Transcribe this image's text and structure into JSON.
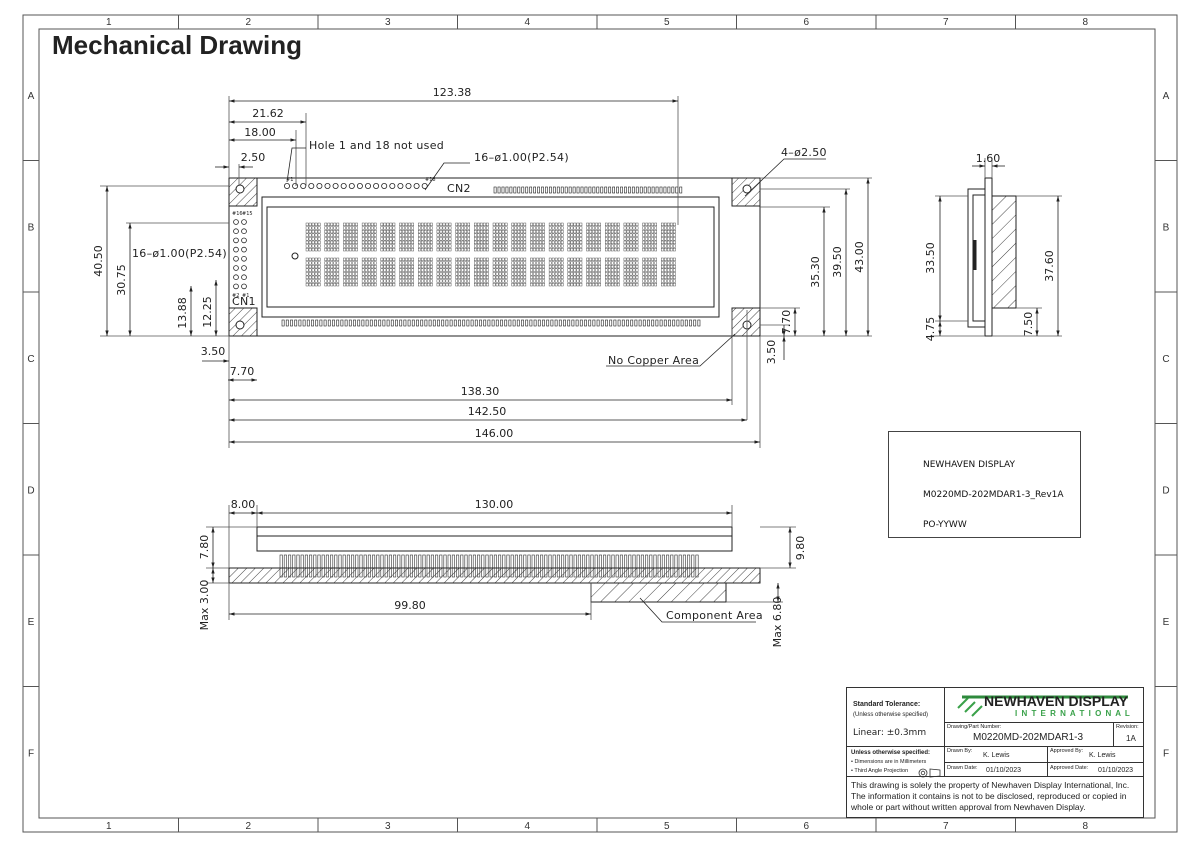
{
  "title": "Mechanical Drawing",
  "grid": {
    "columns": [
      "1",
      "2",
      "3",
      "4",
      "5",
      "6",
      "7",
      "8"
    ],
    "rows": [
      "A",
      "B",
      "C",
      "D",
      "E",
      "F"
    ]
  },
  "top_view": {
    "dims": {
      "overall_pitch": "123.38",
      "d21_62": "21.62",
      "d18_00": "18.00",
      "d2_50": "2.50",
      "d3_50": "3.50",
      "d7_70": "7.70",
      "d138_30": "138.30",
      "d142_50": "142.50",
      "d146_00": "146.00",
      "h40_50": "40.50",
      "h30_75": "30.75",
      "h13_88": "13.88",
      "h12_25": "12.25",
      "h35_30": "35.30",
      "h39_50": "39.50",
      "h43_00": "43.00",
      "h7_70": "7.70",
      "h3_50": "3.50"
    },
    "notes": {
      "hole_note": "Hole 1 and 18 not used",
      "cn2_holes": "16–ø1.00(P2.54)",
      "cn1_holes": "16–ø1.00(P2.54)",
      "mount_holes": "4–ø2.50",
      "no_copper": "No Copper Area",
      "cn1": "CN1",
      "cn2": "CN2",
      "pin1": "#1",
      "pin18": "#18",
      "pin16": "#16",
      "pin15": "#15",
      "pin2": "#2",
      "pin1b": "#1"
    }
  },
  "side_view": {
    "dims": {
      "w1_60": "1.60",
      "h33_50": "33.50",
      "h4_75": "4.75",
      "h37_60": "37.60",
      "h7_50": "7.50"
    }
  },
  "front_view": {
    "dims": {
      "d8_00": "8.00",
      "d130_00": "130.00",
      "d7_80": "7.80",
      "d9_80": "9.80",
      "dmax3_00": "Max 3.00",
      "d99_80": "99.80",
      "dmax6_80": "Max 6.80"
    },
    "notes": {
      "component_area": "Component Area"
    }
  },
  "label_box": {
    "line1": "NEWHAVEN  DISPLAY",
    "line2": "M0220MD-202MDAR1-3_Rev1A",
    "line3": "PO-YYWW"
  },
  "title_block": {
    "std_tol": "Standard Tolerance:",
    "unless_spec": "(Unless otherwise specified)",
    "linear": "Linear:   ±0.3mm",
    "logo_name": "NEWHAVEN DISPLAY",
    "logo_sub": "I N T E R N A T I O N A L",
    "part_label": "Drawing/Part Number:",
    "part_number": "M0220MD-202MDAR1-3",
    "rev_label": "Revision:",
    "revision": "1A",
    "unless2": "Unless otherwise specified:",
    "mm_note": "• Dimensions are in Millimeters",
    "third_angle": "• Third Angle Projection",
    "drawn_by_label": "Drawn By:",
    "drawn_by": "K. Lewis",
    "approved_by_label": "Approved By:",
    "approved_by": "K. Lewis",
    "drawn_date_label": "Drawn Date:",
    "drawn_date": "01/10/2023",
    "approved_date_label": "Approved Date:",
    "approved_date": "01/10/2023",
    "legal1": "This drawing is solely the property of Newhaven Display International, Inc.",
    "legal2": "The information it contains is not to be disclosed, reproduced or copied in",
    "legal3": "whole or part without written approval from Newhaven Display."
  }
}
